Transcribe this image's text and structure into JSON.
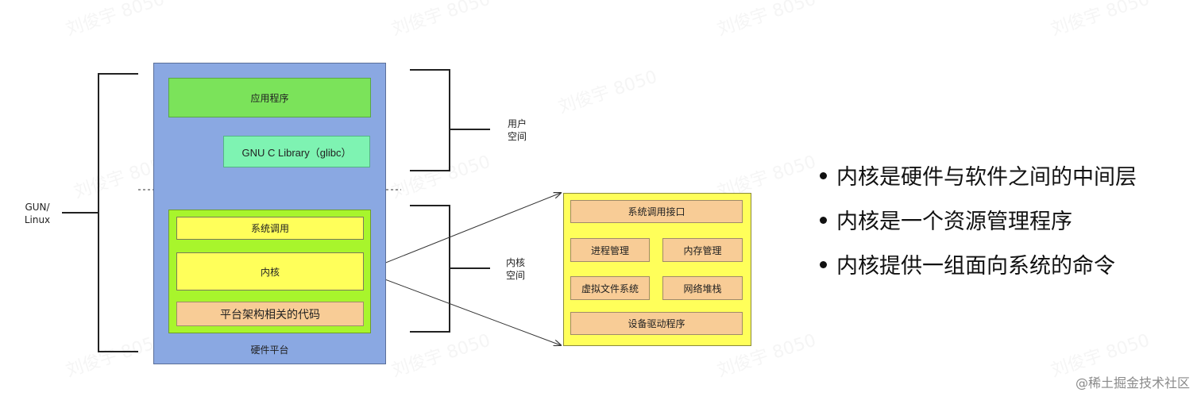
{
  "labels": {
    "gun_linux": "GUN/\nLinux",
    "user_space": "用户\n空间",
    "kernel_space": "内核\n空间"
  },
  "left_stack": {
    "app": "应用程序",
    "glibc": "GNU C Library（glibc）",
    "syscall": "系统调用",
    "kernel": "内核",
    "arch_code": "平台架构相关的代码",
    "hardware": "硬件平台"
  },
  "kernel_detail": {
    "syscall_interface": "系统调用接口",
    "process_mgmt": "进程管理",
    "memory_mgmt": "内存管理",
    "vfs": "虚拟文件系统",
    "network_stack": "网络堆栈",
    "device_drivers": "设备驱动程序"
  },
  "bullets": [
    "内核是硬件与软件之间的中间层",
    "内核是一个资源管理程序",
    "内核提供一组面向系统的命令"
  ],
  "watermark": "刘俊宇 8050",
  "credit": "@稀土掘金技术社区",
  "colors": {
    "hardware_blue": "#8aa8e2",
    "green_app": "#7be35a",
    "glibc_green": "#7ef3b2",
    "kernel_green": "#a8f52c",
    "yellow": "#ffff5a",
    "orange": "#f8cc96"
  }
}
